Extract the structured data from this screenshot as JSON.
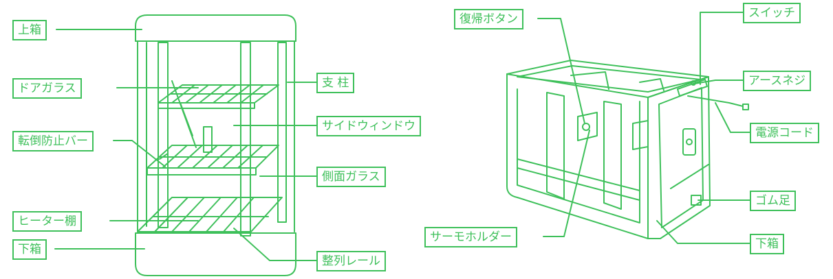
{
  "colors": {
    "line": "#3ec05a",
    "label": "#3ec05a",
    "background": "#ffffff"
  },
  "left_labels": {
    "top_box": "上箱",
    "door_glass": "ドアガラス",
    "anti_tip_bar": "転倒防止バー",
    "heater_shelf": "ヒーター棚",
    "bottom_box": "下箱"
  },
  "middle_labels": {
    "pillar": "支 柱",
    "side_window": "サイドウィンドウ",
    "side_glass": "側面ガラス",
    "alignment_rail": "整列レール"
  },
  "right_labels": {
    "reset_button": "復帰ボタン",
    "switch": "スイッチ",
    "ground_screw": "アースネジ",
    "power_cord": "電源コード",
    "rubber_foot": "ゴム足",
    "thermo_holder": "サーモホルダー",
    "bottom_box": "下箱"
  }
}
